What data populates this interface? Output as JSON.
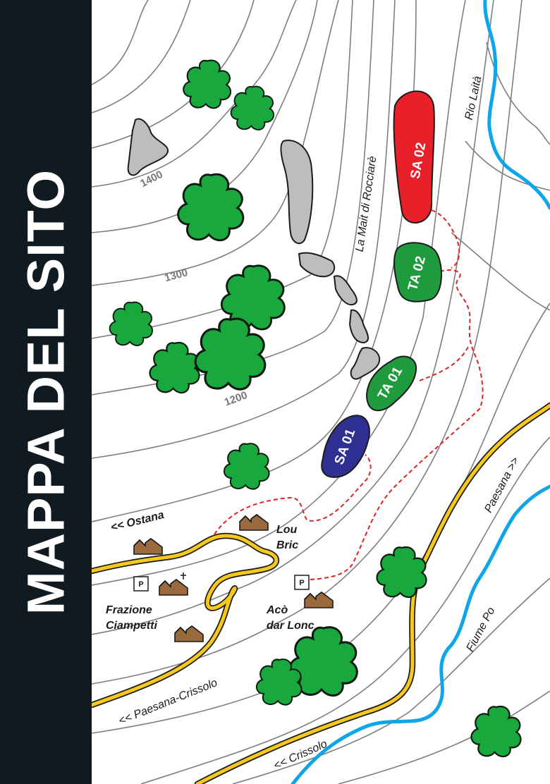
{
  "title": "MAPPA DEL SITO",
  "contour_labels": [
    "1400",
    "1300",
    "1200"
  ],
  "zones": [
    {
      "id": "SA 02",
      "color": "#e8202a"
    },
    {
      "id": "TA 02",
      "color": "#1f9a3d"
    },
    {
      "id": "TA 01",
      "color": "#1f9a3d"
    },
    {
      "id": "SA 01",
      "color": "#2e3191"
    }
  ],
  "labels": {
    "rio": "Rio Laità",
    "mait": "La Mait di Rocciarè",
    "ostana": "<< Ostana",
    "lou_bric_1": "Lou",
    "lou_bric_2": "Bric",
    "frazione_1": "Frazione",
    "frazione_2": "Ciampetti",
    "aco_1": "Acò",
    "aco_2": "dar Lonc",
    "paesana": "Paesana >>",
    "fiume": "Fiume Po",
    "paesana_crissolo": "<< Paesana-Crissolo",
    "crissolo": "<< Crissolo"
  },
  "parking_label": "P",
  "colors": {
    "sidebar": "#101a21",
    "river": "#0ea5e9",
    "road": "#f6c91c",
    "trail": "#e02424",
    "tree": "#18a83e",
    "rock": "#bdbdbd"
  }
}
